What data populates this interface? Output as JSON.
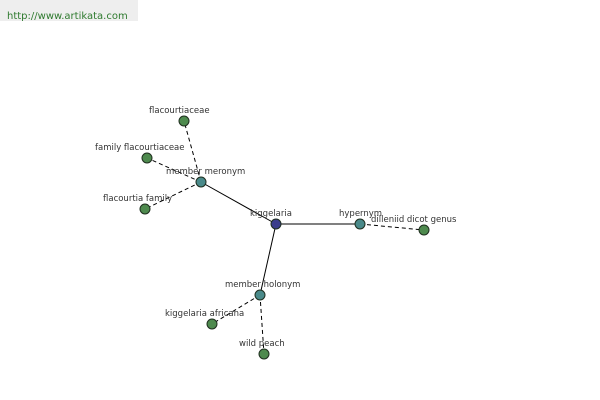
{
  "header": {
    "url_text": "http://www.artikata.com",
    "url_color": "#2e7a2e"
  },
  "colors": {
    "center_node": "#3b3d8c",
    "relation_node": "#4a8a8a",
    "leaf_node": "#4e8a4e",
    "edge": "#000000"
  },
  "graph": {
    "nodes": [
      {
        "id": "kiggelaria",
        "label": "kiggelaria",
        "kind": "center"
      },
      {
        "id": "member-meronym",
        "label": "member meronym",
        "kind": "relation"
      },
      {
        "id": "hypernym",
        "label": "hypernym",
        "kind": "relation"
      },
      {
        "id": "member-holonym",
        "label": "member holonym",
        "kind": "relation"
      },
      {
        "id": "flacourtiaceae",
        "label": "flacourtiaceae",
        "kind": "leaf"
      },
      {
        "id": "family-flacourtiaceae",
        "label": "family flacourtiaceae",
        "kind": "leaf"
      },
      {
        "id": "flacourtia-family",
        "label": "flacourtia family",
        "kind": "leaf"
      },
      {
        "id": "dilleniid-dicot-genus",
        "label": "dilleniid dicot genus",
        "kind": "leaf"
      },
      {
        "id": "kiggelaria-africana",
        "label": "kiggelaria africana",
        "kind": "leaf"
      },
      {
        "id": "wild-peach",
        "label": "wild peach",
        "kind": "leaf"
      }
    ],
    "edges": [
      {
        "from": "kiggelaria",
        "to": "member-meronym",
        "style": "solid"
      },
      {
        "from": "kiggelaria",
        "to": "hypernym",
        "style": "solid"
      },
      {
        "from": "kiggelaria",
        "to": "member-holonym",
        "style": "solid"
      },
      {
        "from": "member-meronym",
        "to": "flacourtiaceae",
        "style": "dashed"
      },
      {
        "from": "member-meronym",
        "to": "family-flacourtiaceae",
        "style": "dashed"
      },
      {
        "from": "member-meronym",
        "to": "flacourtia-family",
        "style": "dashed"
      },
      {
        "from": "hypernym",
        "to": "dilleniid-dicot-genus",
        "style": "dashed"
      },
      {
        "from": "member-holonym",
        "to": "kiggelaria-africana",
        "style": "dashed"
      },
      {
        "from": "member-holonym",
        "to": "wild-peach",
        "style": "dashed"
      }
    ]
  }
}
